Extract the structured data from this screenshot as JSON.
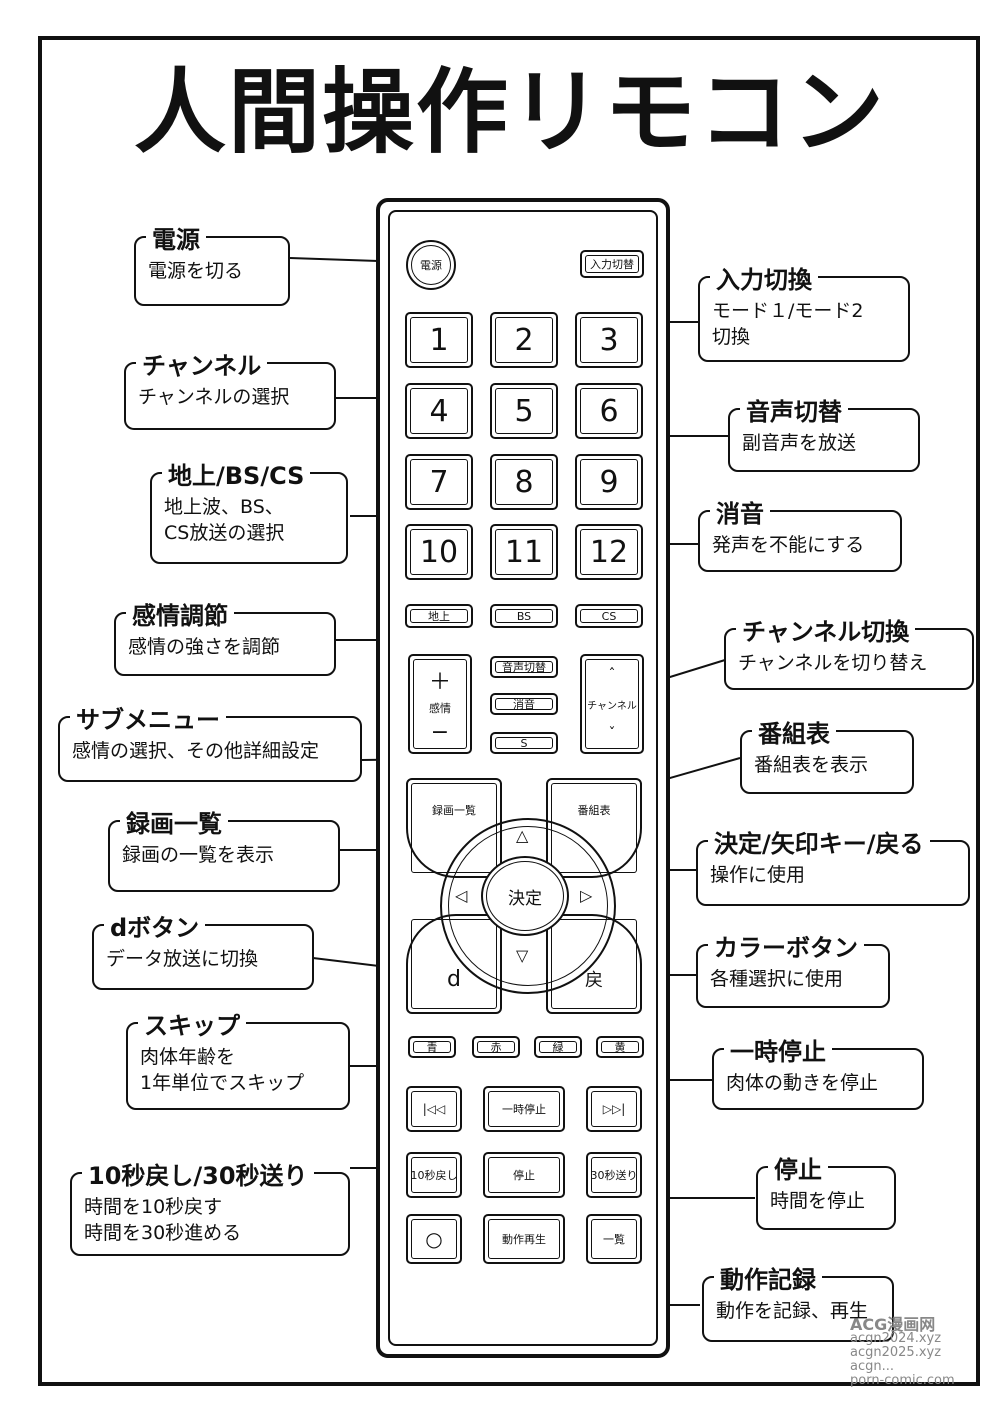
{
  "title": "人間操作リモコン",
  "remote": {
    "power": "電源",
    "input_switch": "入力切替",
    "numbers": [
      "1",
      "2",
      "3",
      "4",
      "5",
      "6",
      "7",
      "8",
      "9",
      "10",
      "11",
      "12"
    ],
    "terrestrial": "地上",
    "bs": "BS",
    "cs": "CS",
    "audio_switch": "音声切替",
    "mute": "消音",
    "emotion": "感情",
    "emotion_plus": "＋",
    "emotion_minus": "−",
    "channel": "チャンネル",
    "channel_up": "ˆ",
    "channel_down": "ˇ",
    "submenu": "S",
    "recordings": "録画一覧",
    "program_guide": "番組表",
    "ok": "決定",
    "d": "d",
    "back": "戻",
    "blue": "青",
    "red": "赤",
    "green": "緑",
    "yellow": "黄",
    "skip_back": "|◁◁",
    "pause": "一時停止",
    "skip_forward": "▷▷|",
    "back10": "10秒戻し",
    "stop": "停止",
    "forward30": "30秒送り",
    "record": "○",
    "playback": "動作再生",
    "list": "一覧"
  },
  "callouts": {
    "power": {
      "title": "電源",
      "desc": "電源を切る"
    },
    "input": {
      "title": "入力切換",
      "desc": "モード１/モード2\n切換"
    },
    "channel": {
      "title": "チャンネル",
      "desc": "チャンネルの選択"
    },
    "audio": {
      "title": "音声切替",
      "desc": "副音声を放送"
    },
    "broadcast": {
      "title": "地上/BS/CS",
      "desc": "地上波、BS、\nCS放送の選択"
    },
    "mute": {
      "title": "消音",
      "desc": "発声を不能にする"
    },
    "emotion": {
      "title": "感情調節",
      "desc": "感情の強さを調節"
    },
    "channel_switch": {
      "title": "チャンネル切換",
      "desc": "チャンネルを切り替え"
    },
    "submenu": {
      "title": "サブメニュー",
      "desc": "感情の選択、その他詳細設定"
    },
    "guide": {
      "title": "番組表",
      "desc": "番組表を表示"
    },
    "recordings": {
      "title": "録画一覧",
      "desc": "録画の一覧を表示"
    },
    "ok": {
      "title": "決定/矢印キー/戻る",
      "desc": "操作に使用"
    },
    "d": {
      "title": "dボタン",
      "desc": "データ放送に切換"
    },
    "color": {
      "title": "カラーボタン",
      "desc": "各種選択に使用"
    },
    "skip": {
      "title": "スキップ",
      "desc": "肉体年齢を\n1年単位でスキップ"
    },
    "pause": {
      "title": "一時停止",
      "desc": "肉体の動きを停止"
    },
    "seek": {
      "title": "10秒戻し/30秒送り",
      "desc": "時間を10秒戻す\n時間を30秒進める"
    },
    "stop": {
      "title": "停止",
      "desc": "時間を停止"
    },
    "motion": {
      "title": "動作記録",
      "desc": "動作を記録、再生"
    }
  },
  "watermark": [
    "ACG漫画网",
    "acgn2024.xyz",
    "acgn2025.xyz",
    "acgn...",
    "porn-comic.com"
  ]
}
